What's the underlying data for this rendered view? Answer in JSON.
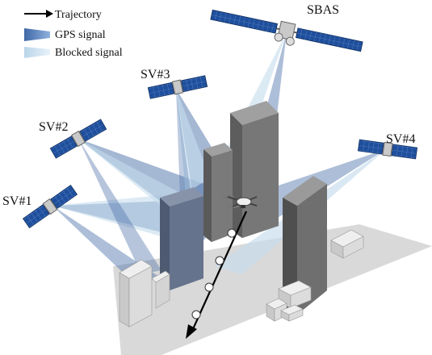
{
  "legend": {
    "trajectory_label": "Trajectory",
    "gps_label": "GPS signal",
    "blocked_label": "Blocked signal"
  },
  "satellites": {
    "sbas": "SBAS",
    "sv1": "SV#1",
    "sv2": "SV#2",
    "sv3": "SV#3",
    "sv4": "SV#4"
  },
  "colors": {
    "gps_signal": "#4a6fa8",
    "blocked_signal": "#c5dcec",
    "building_front": "#6e6e6e",
    "building_side": "#4c4c4c",
    "building_top": "#9a9a9a",
    "ground": "#d9d9d9",
    "solar_panel": "#1f4f9c",
    "trajectory": "#000000"
  }
}
